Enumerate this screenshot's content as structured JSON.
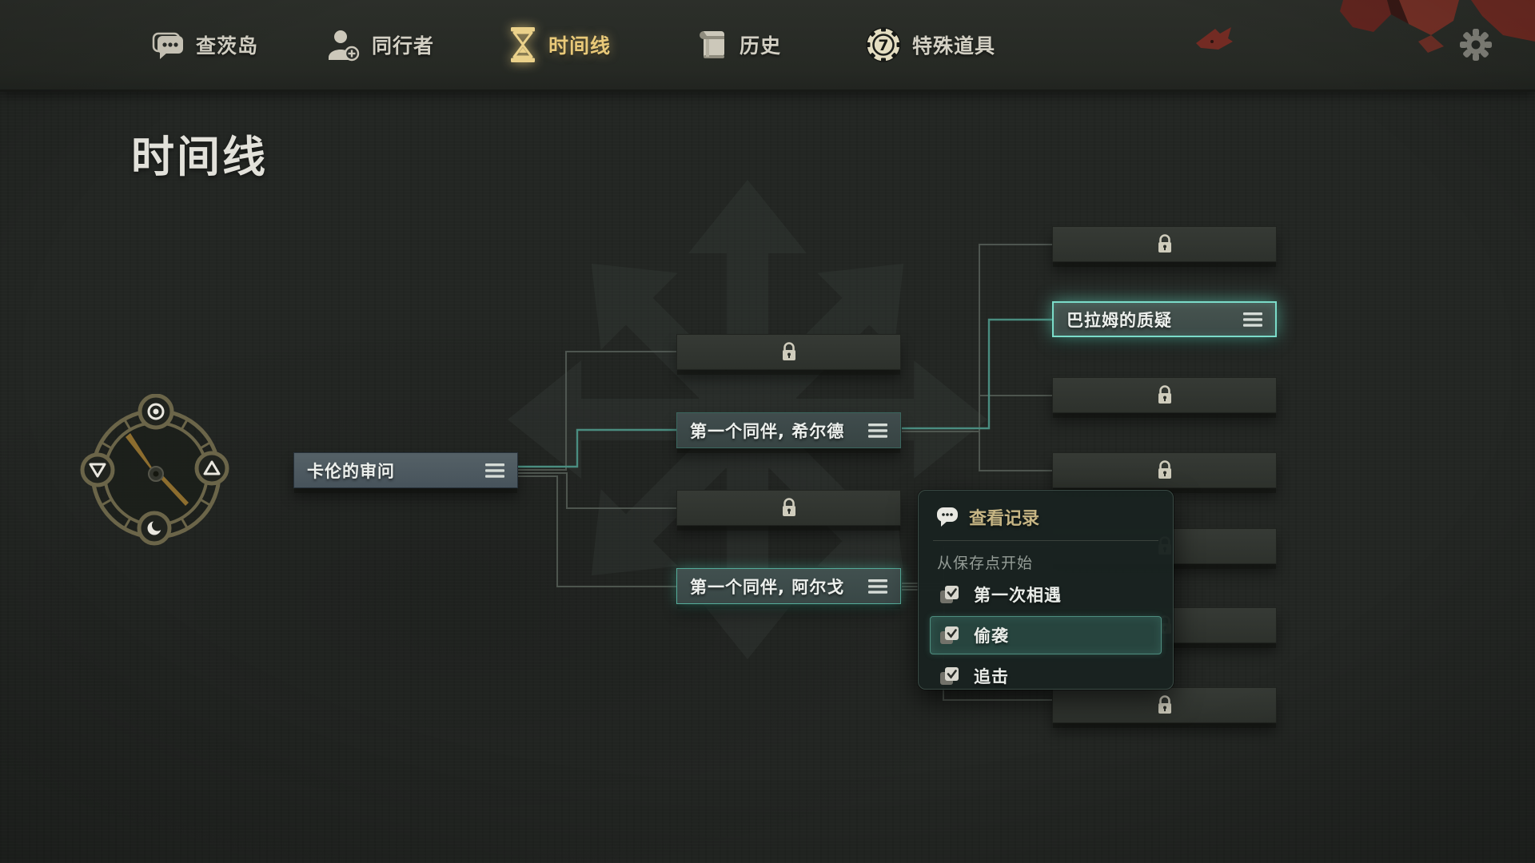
{
  "page": {
    "heading": "时间线"
  },
  "nav": {
    "tabs": [
      {
        "id": "chats-island",
        "label": "查茨岛",
        "icon": "chat-icon",
        "active": false
      },
      {
        "id": "companions",
        "label": "同行者",
        "icon": "person-add-icon",
        "active": false
      },
      {
        "id": "timeline",
        "label": "时间线",
        "icon": "hourglass-icon",
        "active": true
      },
      {
        "id": "history",
        "label": "历史",
        "icon": "book-icon",
        "active": false
      },
      {
        "id": "special-items",
        "label": "特殊道具",
        "icon": "chip-icon",
        "badge": "7",
        "active": false
      }
    ],
    "settings_icon": "gear-icon"
  },
  "timeline": {
    "nodes": [
      {
        "id": "karen-interrogation",
        "label": "卡伦的审问",
        "state": "visited"
      },
      {
        "id": "locked-mid-top",
        "label": "",
        "state": "locked"
      },
      {
        "id": "first-companion-hilde",
        "label": "第一个同伴, 希尔德",
        "state": "visited"
      },
      {
        "id": "locked-mid-bottom",
        "label": "",
        "state": "locked"
      },
      {
        "id": "first-companion-argo",
        "label": "第一个同伴, 阿尔戈",
        "state": "highlighted"
      },
      {
        "id": "locked-right-1",
        "label": "",
        "state": "locked"
      },
      {
        "id": "balam-doubt",
        "label": "巴拉姆的质疑",
        "state": "current"
      },
      {
        "id": "locked-right-2",
        "label": "",
        "state": "locked"
      },
      {
        "id": "locked-right-3",
        "label": "",
        "state": "locked"
      },
      {
        "id": "locked-right-4",
        "label": "",
        "state": "locked"
      },
      {
        "id": "locked-right-5",
        "label": "",
        "state": "locked"
      },
      {
        "id": "locked-right-6",
        "label": "",
        "state": "locked"
      }
    ]
  },
  "context_menu": {
    "header": {
      "icon": "speech-bubble-icon",
      "label": "查看记录"
    },
    "section_label": "从保存点开始",
    "items": [
      {
        "icon": "load-save-icon",
        "label": "第一次相遇",
        "selected": false
      },
      {
        "icon": "load-save-icon",
        "label": "偷袭",
        "selected": true
      },
      {
        "icon": "load-save-icon",
        "label": "追击",
        "selected": false
      }
    ]
  },
  "icons": {
    "chat-icon": "speech-bubbles-with-dots",
    "person-add-icon": "person-silhouette-plus",
    "hourglass-icon": "⌛",
    "book-icon": "closed-book",
    "chip-icon": "poker-chip-with-7",
    "gear-icon": "⚙",
    "lock-icon": "padlock",
    "hamburger-icon": "≡",
    "speech-bubble-icon": "chat-bubble-three-dots",
    "load-save-icon": "stacked-squares-checkmark",
    "compass-sun-icon": "◎",
    "compass-down-icon": "▽",
    "compass-up-icon": "△",
    "compass-moon-icon": "☽"
  },
  "colors": {
    "background": "#232623",
    "nav_background": "#2a2d29",
    "accent_gold": "#e9c979",
    "accent_teal": "#6fdcc6",
    "connector_gray": "#565e58",
    "connector_teal": "#4a8d80",
    "node_visited": "#3c4948",
    "node_locked": "#30342f",
    "menu_background": "#192220",
    "menu_highlight": "#27443e",
    "text_primary": "#e9ece8",
    "text_muted": "#959d97",
    "red_splat": "#7b2b24"
  }
}
